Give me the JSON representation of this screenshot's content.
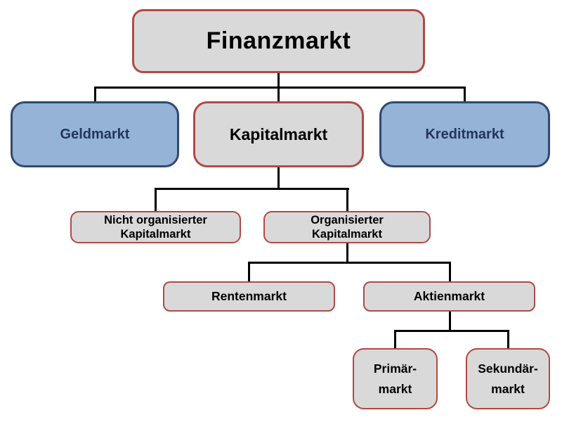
{
  "diagram_title": "Finanzmarkt",
  "colors": {
    "background": "#ffffff",
    "gray_fill": "#d9d9d9",
    "red_border": "#b04a45",
    "blue_fill": "#95b3d7",
    "blue_border": "#2f4a6e",
    "connector": "#000000",
    "gray_text": "#000000",
    "blue_text": "#24365a"
  },
  "nodes": {
    "finanzmarkt": {
      "label": "Finanzmarkt"
    },
    "geldmarkt": {
      "label": "Geldmarkt"
    },
    "kapitalmarkt": {
      "label": "Kapitalmarkt"
    },
    "kreditmarkt": {
      "label": "Kreditmarkt"
    },
    "nicht_organisierter_kapitalmarkt": {
      "label": "Nicht organisierter\nKapitalmarkt"
    },
    "organisierter_kapitalmarkt": {
      "label": "Organisierter\nKapitalmarkt"
    },
    "rentenmarkt": {
      "label": "Rentenmarkt"
    },
    "aktienmarkt": {
      "label": "Aktienmarkt"
    },
    "primaermarkt": {
      "label": "Primär-\nmarkt"
    },
    "sekundaermarkt": {
      "label": "Sekundär-\nmarkt"
    }
  },
  "edges": [
    {
      "from": "finanzmarkt",
      "to": "geldmarkt"
    },
    {
      "from": "finanzmarkt",
      "to": "kapitalmarkt"
    },
    {
      "from": "finanzmarkt",
      "to": "kreditmarkt"
    },
    {
      "from": "kapitalmarkt",
      "to": "nicht_organisierter_kapitalmarkt"
    },
    {
      "from": "kapitalmarkt",
      "to": "organisierter_kapitalmarkt"
    },
    {
      "from": "organisierter_kapitalmarkt",
      "to": "rentenmarkt"
    },
    {
      "from": "organisierter_kapitalmarkt",
      "to": "aktienmarkt"
    },
    {
      "from": "aktienmarkt",
      "to": "primaermarkt"
    },
    {
      "from": "aktienmarkt",
      "to": "sekundaermarkt"
    }
  ]
}
